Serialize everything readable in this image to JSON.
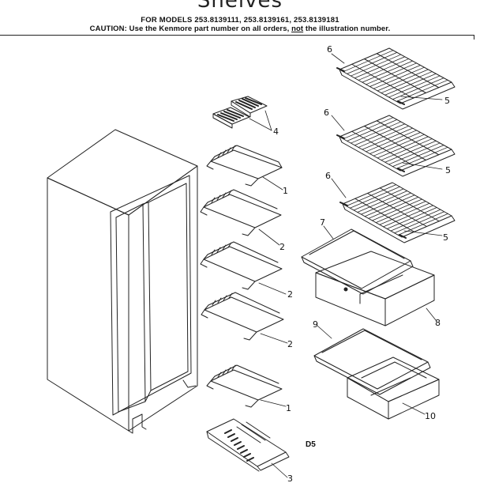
{
  "header": {
    "title": "Shelves",
    "models_line": "FOR MODELS 253.8139111, 253.8139161, 253.8139181",
    "caution_prefix": "CAUTION: Use the Kenmore part number on all orders, ",
    "caution_not": "not",
    "caution_suffix": " the illustration number."
  },
  "diagram_code": "D5",
  "callouts": [
    {
      "id": "c6a",
      "label": "6"
    },
    {
      "id": "c5a",
      "label": "5"
    },
    {
      "id": "c4",
      "label": "4"
    },
    {
      "id": "c6b",
      "label": "6"
    },
    {
      "id": "c5b",
      "label": "5"
    },
    {
      "id": "c1a",
      "label": "1"
    },
    {
      "id": "c6c",
      "label": "6"
    },
    {
      "id": "c5c",
      "label": "5"
    },
    {
      "id": "c7",
      "label": "7"
    },
    {
      "id": "c2a",
      "label": "2"
    },
    {
      "id": "c8",
      "label": "8"
    },
    {
      "id": "c2b",
      "label": "2"
    },
    {
      "id": "c9",
      "label": "9"
    },
    {
      "id": "c2c",
      "label": "2"
    },
    {
      "id": "c1b",
      "label": "1"
    },
    {
      "id": "c10",
      "label": "10"
    },
    {
      "id": "c3",
      "label": "3"
    }
  ]
}
